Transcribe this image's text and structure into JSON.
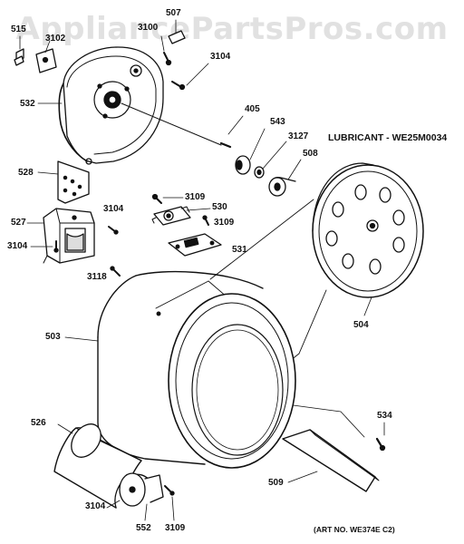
{
  "watermark": "AppliancePartsPros.com",
  "labels": {
    "p515": "515",
    "p3102": "3102",
    "p3100": "3100",
    "p507": "507",
    "p3104_top": "3104",
    "p532": "532",
    "p405": "405",
    "p543": "543",
    "p3127": "3127",
    "lubricant": "LUBRICANT - WE25M0034",
    "p508": "508",
    "p528": "528",
    "p3109_mid": "3109",
    "p530": "530",
    "p3109_b": "3109",
    "p3104_527": "3104",
    "p527": "527",
    "p3104_left": "3104",
    "p531": "531",
    "p3118": "3118",
    "p503": "503",
    "p504": "504",
    "p526": "526",
    "p534": "534",
    "p509": "509",
    "p3104_bottom": "3104",
    "p552": "552",
    "p3109_bottom": "3109",
    "art_no": "(ART NO. WE374E C2)"
  }
}
